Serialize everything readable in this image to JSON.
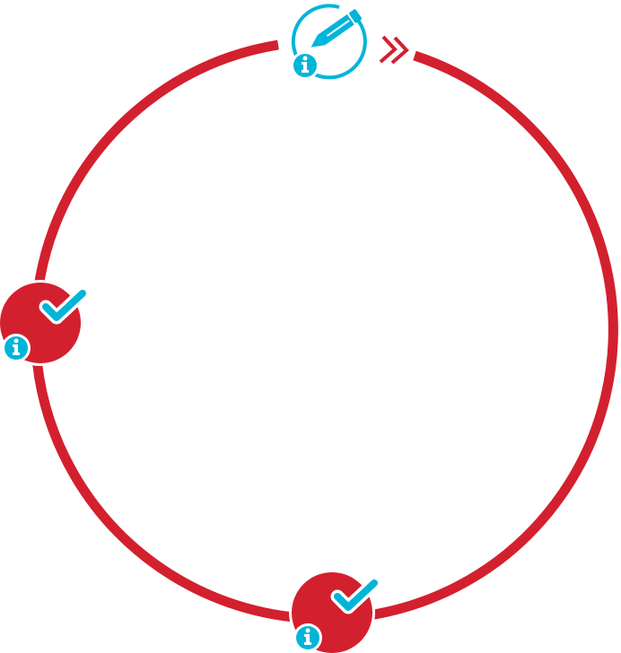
{
  "colors": {
    "ring": "#d3202e",
    "accent": "#00b5d8",
    "white": "#ffffff"
  },
  "steps": [
    {
      "state": "current",
      "icon": "pencil-icon",
      "info_icon": "info-icon"
    },
    {
      "state": "done",
      "icon": "check-icon",
      "info_icon": "info-icon"
    },
    {
      "state": "done",
      "icon": "check-icon",
      "info_icon": "info-icon"
    }
  ],
  "direction_icon": "double-chevron-right-icon"
}
